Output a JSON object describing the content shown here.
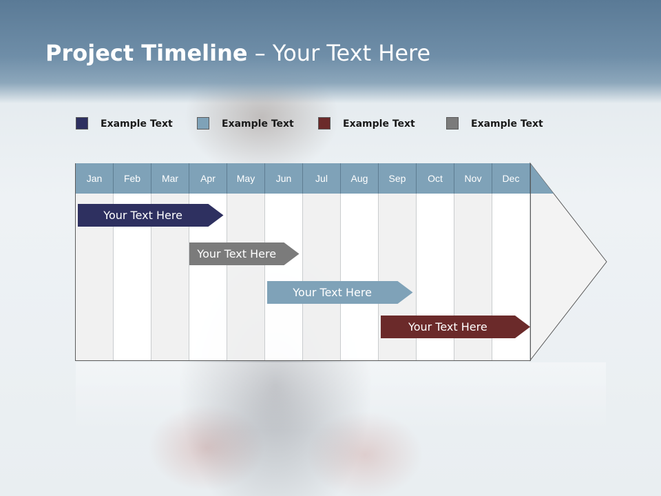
{
  "title": {
    "bold": "Project Timeline",
    "rest": " – Your Text Here"
  },
  "legend": [
    {
      "label": "Example Text",
      "color": "#2e3060"
    },
    {
      "label": "Example Text",
      "color": "#7fa2b8"
    },
    {
      "label": "Example Text",
      "color": "#6b2a2a"
    },
    {
      "label": "Example Text",
      "color": "#7b7b7b"
    }
  ],
  "timeline": {
    "months": [
      "Jan",
      "Feb",
      "Mar",
      "Apr",
      "May",
      "Jun",
      "Jul",
      "Aug",
      "Sep",
      "Oct",
      "Nov",
      "Dec"
    ],
    "header_color": "#7fa2b8",
    "tasks": [
      {
        "label": "Your  Text Here",
        "start_month": 0.05,
        "end_month": 3.9,
        "color": "#2e3060"
      },
      {
        "label": "Your  Text Here",
        "start_month": 3.0,
        "end_month": 5.9,
        "color": "#7b7b7b"
      },
      {
        "label": "Your  Text Here",
        "start_month": 5.05,
        "end_month": 8.9,
        "color": "#7fa2b8"
      },
      {
        "label": "Your  Text Here",
        "start_month": 8.05,
        "end_month": 12.0,
        "color": "#6b2a2a"
      }
    ]
  }
}
